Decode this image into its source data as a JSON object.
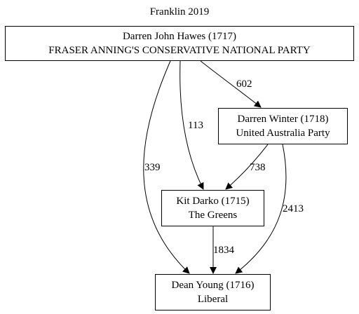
{
  "title": "Franklin 2019",
  "nodes": {
    "hawes": {
      "line1": "Darren John Hawes (1717)",
      "line2": "FRASER ANNING'S CONSERVATIVE NATIONAL PARTY"
    },
    "winter": {
      "line1": "Darren Winter (1718)",
      "line2": "United Australia Party"
    },
    "darko": {
      "line1": "Kit Darko (1715)",
      "line2": "The Greens"
    },
    "young": {
      "line1": "Dean Young (1716)",
      "line2": "Liberal"
    }
  },
  "edges": {
    "hawes_winter": "602",
    "hawes_darko": "113",
    "hawes_young": "339",
    "winter_darko": "738",
    "winter_young": "2413",
    "darko_young": "1834"
  }
}
